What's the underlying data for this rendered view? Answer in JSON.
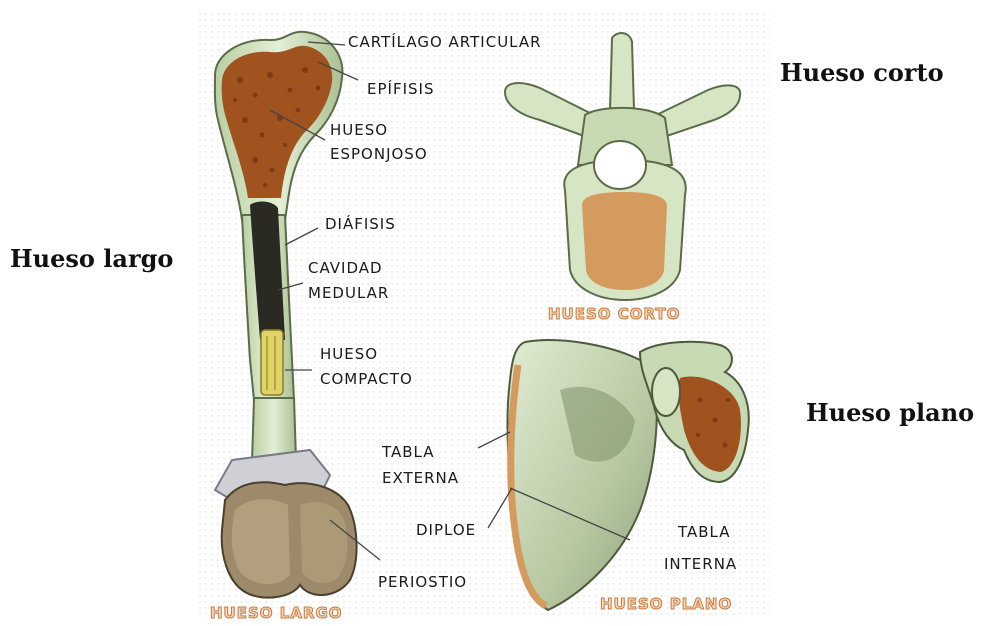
{
  "headings": {
    "long": "Hueso largo",
    "short": "Hueso corto",
    "flat": "Hueso plano"
  },
  "labels": {
    "cartilago": "CARTÍLAGO ARTICULAR",
    "epifisis": "EPÍFISIS",
    "esponjoso_1": "HUESO",
    "esponjoso_2": "ESPONJOSO",
    "diafisis": "DIÁFISIS",
    "cavidad_1": "CAVIDAD",
    "cavidad_2": "MEDULAR",
    "compacto_1": "HUESO",
    "compacto_2": "COMPACTO",
    "periostio": "PERIOSTIO",
    "tabla_ext_1": "TABLA",
    "tabla_ext_2": "EXTERNA",
    "diploe": "DIPLOE",
    "tabla_int_1": "TABLA",
    "tabla_int_2": "INTERNA"
  },
  "captions": {
    "largo": "HUESO LARGO",
    "corto": "HUESO CORTO",
    "plano": "HUESO PLANO"
  },
  "colors": {
    "bone": "#d6e6c4",
    "bone_edge": "#5d6b4a",
    "spongy": "#a0521f",
    "marrow": "#2a2a22",
    "cortex_tan": "#d49a5e",
    "caption_fill": "#f3d9bf",
    "caption_stroke": "#c97a3c"
  }
}
